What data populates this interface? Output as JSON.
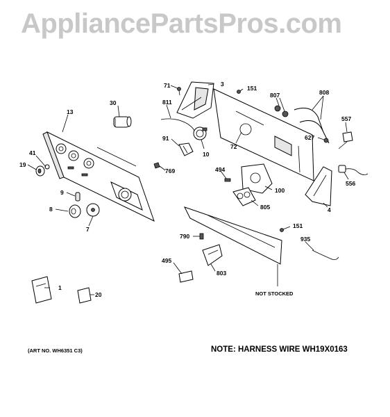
{
  "watermark": "AppliancePartsPros.com",
  "note": "NOTE: HARNESS WIRE WH19X0163",
  "art_no": "(ART NO. WH6351 C3)",
  "not_stocked": "NOT STOCKED",
  "labels": {
    "p13": "13",
    "p30": "30",
    "p41": "41",
    "p19": "19",
    "p9": "9",
    "p8": "8",
    "p7": "7",
    "p1": "1",
    "p20": "20",
    "p71": "71",
    "p3": "3",
    "p811": "811",
    "p91": "91",
    "p10": "10",
    "p769": "769",
    "p151a": "151",
    "p72": "72",
    "p807": "807",
    "p808": "808",
    "p557": "557",
    "p627": "627",
    "p556": "556",
    "p494": "494",
    "p100": "100",
    "p805": "805",
    "p4": "4",
    "p790": "790",
    "p151b": "151",
    "p935": "935",
    "p495": "495",
    "p803": "803"
  }
}
